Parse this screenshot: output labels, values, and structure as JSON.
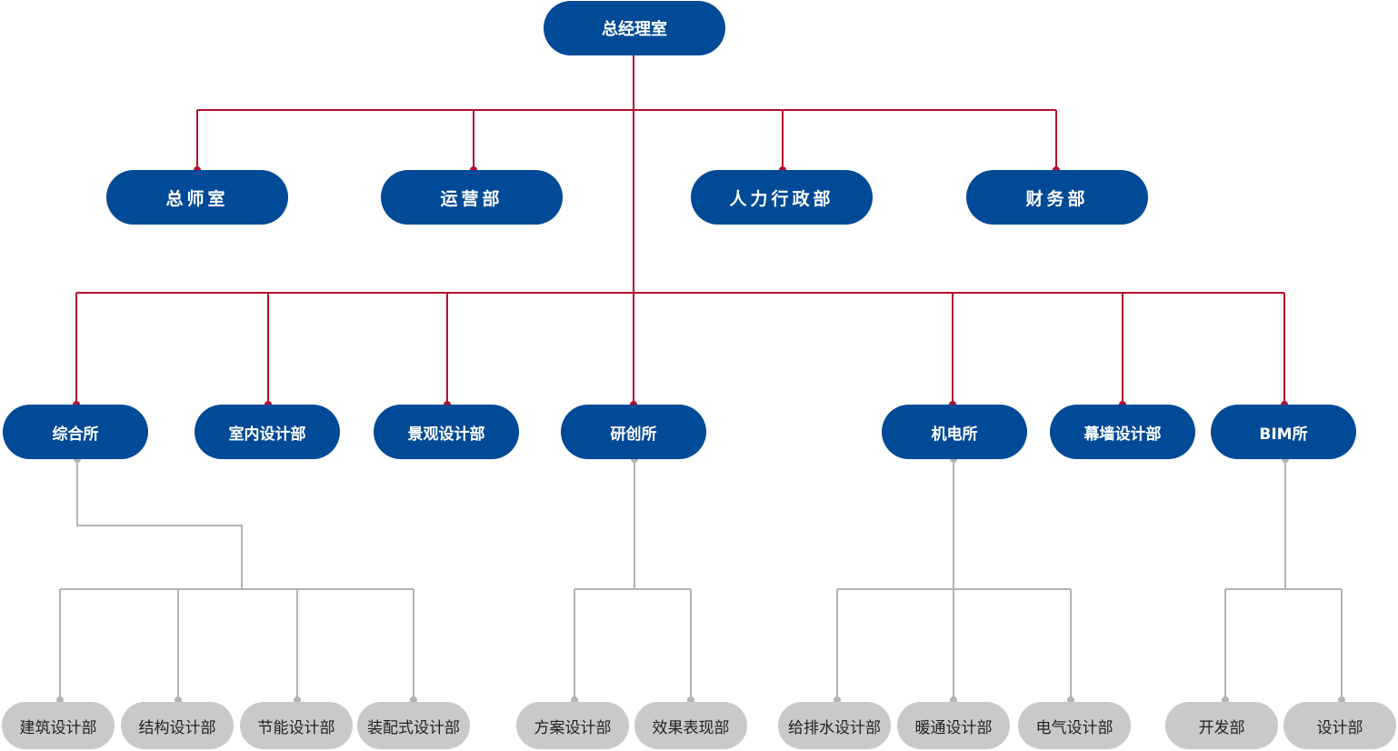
{
  "colors": {
    "box_blue": "#004a97",
    "box_gray": "#c9c9c9",
    "line_red": "#b5102b",
    "line_gray": "#b3b3b3"
  },
  "root": {
    "label": "总经理室"
  },
  "offices": [
    {
      "label": "总师室"
    },
    {
      "label": "运营部"
    },
    {
      "label": "人力行政部"
    },
    {
      "label": "财务部"
    }
  ],
  "institutes": [
    {
      "label": "综合所",
      "departments": [
        "建筑设计部",
        "结构设计部",
        "节能设计部",
        "装配式设计部"
      ]
    },
    {
      "label": "室内设计部",
      "departments": []
    },
    {
      "label": "景观设计部",
      "departments": []
    },
    {
      "label": "研创所",
      "departments": [
        "方案设计部",
        "效果表现部"
      ]
    },
    {
      "label": "机电所",
      "departments": [
        "给排水设计部",
        "暖通设计部",
        "电气设计部"
      ]
    },
    {
      "label": "幕墙设计部",
      "departments": []
    },
    {
      "label": "BIM所",
      "departments": [
        "开发部",
        "设计部"
      ]
    }
  ]
}
